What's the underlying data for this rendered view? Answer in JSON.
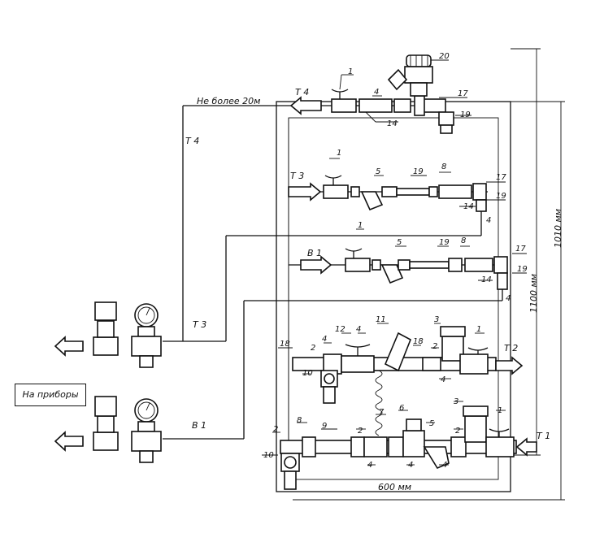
{
  "lines": {
    "t4": "Т 4",
    "t3": "Т 3",
    "b1": "В 1",
    "t2": "Т 2",
    "t1": "Т 1"
  },
  "notes": {
    "max_length": "Не более 20м",
    "to_devices": "На приборы"
  },
  "dimensions": {
    "width": "600 мм",
    "height_inner": "1100 мм",
    "height_outer": "1010 мм"
  },
  "callouts": [
    "1",
    "2",
    "3",
    "4",
    "5",
    "6",
    "7",
    "8",
    "9",
    "10",
    "11",
    "12",
    "14",
    "17",
    "18",
    "19",
    "20"
  ]
}
